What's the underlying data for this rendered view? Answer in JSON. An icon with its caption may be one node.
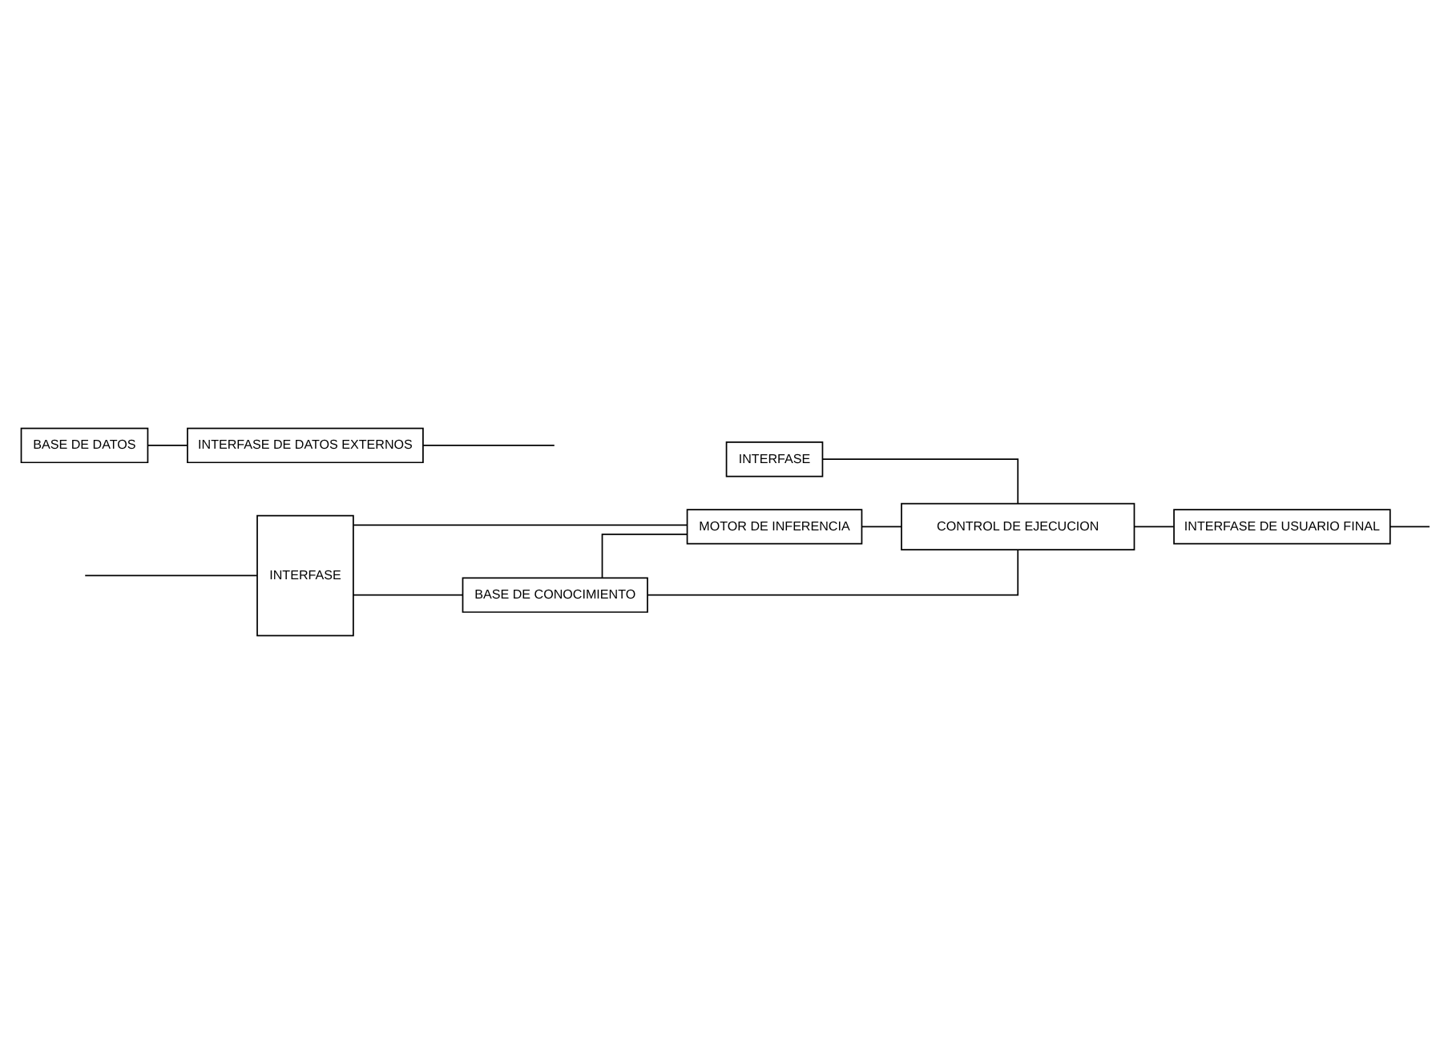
{
  "diagram": {
    "nodes": [
      {
        "text": [
          "INTERFASE"
        ]
      },
      {
        "text": [
          "BASE DE CONOCIMIENTO"
        ]
      },
      {
        "text": [
          "MOTOR DE INFERENCIA"
        ]
      },
      {
        "text": [
          "BASE DE DATOS"
        ]
      },
      {
        "text": [
          "INTERFASE"
        ]
      },
      {
        "text": [
          "INTERFASE DE DATOS EXTERNOS"
        ]
      },
      {
        "text": [
          "INTERFASE DE USUARIO FINAL"
        ]
      },
      {
        "text": [
          "CONTROL DE EJECUCION"
        ]
      }
    ],
    "edges": [
      {
        "from": null,
        "to": 0,
        "arrow": "none"
      },
      {
        "from": 0,
        "to": 1,
        "arrow": "none"
      },
      {
        "from": 0,
        "to": 2,
        "arrow": "none"
      },
      {
        "from": 1,
        "to": 2,
        "arrow": "none"
      },
      {
        "from": 1,
        "to": 7,
        "arrow": "none"
      },
      {
        "from": 2,
        "to": 7,
        "arrow": "none"
      },
      {
        "from": 4,
        "to": 7,
        "arrow": "none"
      },
      {
        "from": 3,
        "to": 5,
        "arrow": "none"
      },
      {
        "from": 7,
        "to": 6,
        "arrow": "none"
      },
      {
        "from": 5,
        "to": null,
        "arrow": "none"
      },
      {
        "from": 6,
        "to": null,
        "arrow": "none"
      }
    ]
  }
}
